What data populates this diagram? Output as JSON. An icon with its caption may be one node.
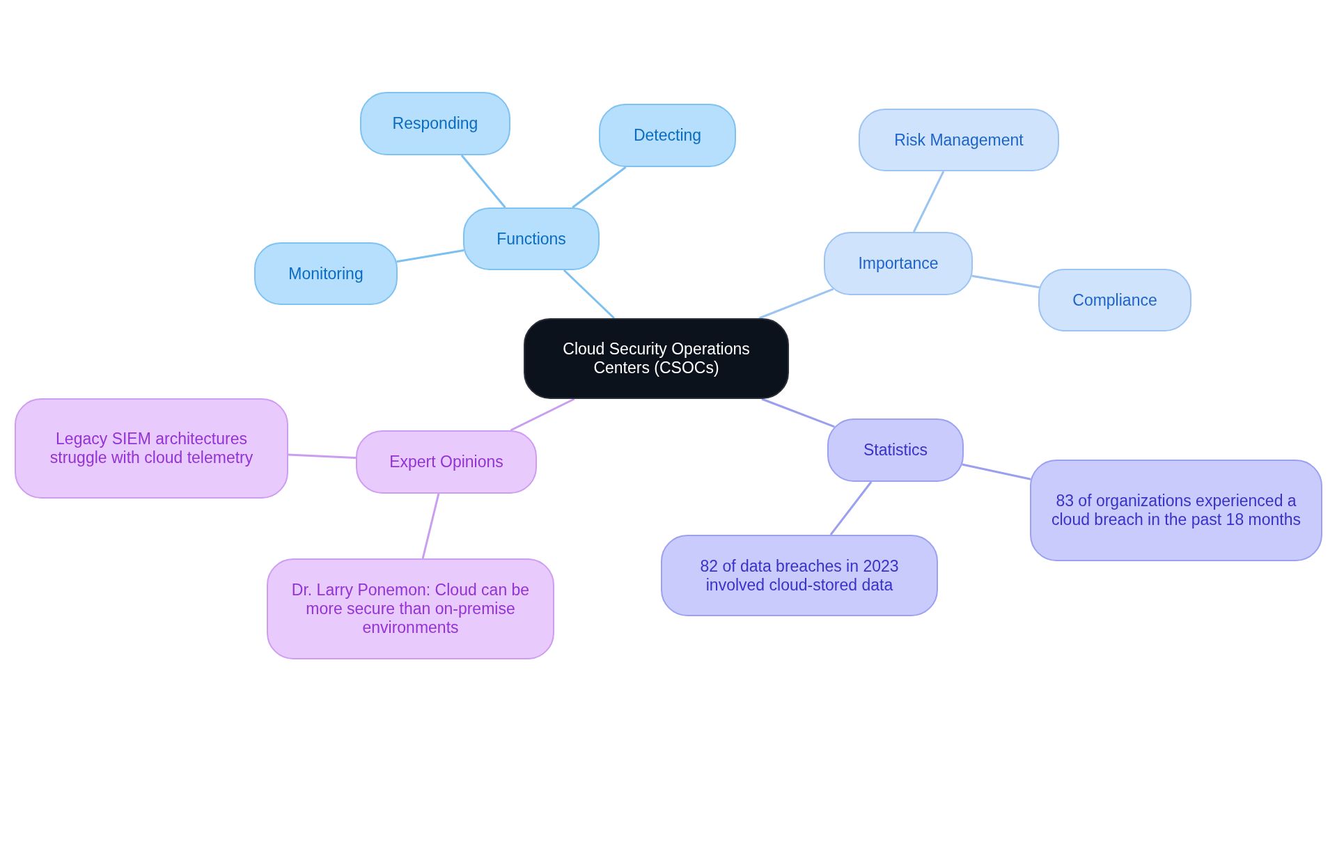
{
  "diagram": {
    "nodes": [
      {
        "text": [
          "Cloud Security Operations Centers (CSOCs)"
        ]
      },
      {
        "text": [
          "Functions"
        ]
      },
      {
        "text": [
          "Responding"
        ]
      },
      {
        "text": [
          "Detecting"
        ]
      },
      {
        "text": [
          "Monitoring"
        ]
      },
      {
        "text": [
          "Importance"
        ]
      },
      {
        "text": [
          "Risk Management"
        ]
      },
      {
        "text": [
          "Compliance"
        ]
      },
      {
        "text": [
          "Statistics"
        ]
      },
      {
        "text": [
          "83 of organizations experienced a cloud breach in the past 18 months"
        ]
      },
      {
        "text": [
          "82 of data breaches in 2023 involved cloud-stored data"
        ]
      },
      {
        "text": [
          "Expert Opinions"
        ]
      },
      {
        "text": [
          "Legacy SIEM architectures struggle with cloud telemetry"
        ]
      },
      {
        "text": [
          "Dr. Larry Ponemon: Cloud can be more secure than on-premise environments"
        ]
      }
    ],
    "edges": [
      {
        "from": 0,
        "to": 1,
        "arrow": "none",
        "color": "#7cc0f0"
      },
      {
        "from": 1,
        "to": 2,
        "arrow": "none",
        "color": "#7cc0f0"
      },
      {
        "from": 1,
        "to": 3,
        "arrow": "none",
        "color": "#7cc0f0"
      },
      {
        "from": 1,
        "to": 4,
        "arrow": "none",
        "color": "#7cc0f0"
      },
      {
        "from": 0,
        "to": 5,
        "arrow": "none",
        "color": "#9cc4f2"
      },
      {
        "from": 5,
        "to": 6,
        "arrow": "none",
        "color": "#9cc4f2"
      },
      {
        "from": 5,
        "to": 7,
        "arrow": "none",
        "color": "#9cc4f2"
      },
      {
        "from": 0,
        "to": 8,
        "arrow": "none",
        "color": "#9a9ff0"
      },
      {
        "from": 8,
        "to": 9,
        "arrow": "none",
        "color": "#9a9ff0"
      },
      {
        "from": 8,
        "to": 10,
        "arrow": "none",
        "color": "#9a9ff0"
      },
      {
        "from": 0,
        "to": 11,
        "arrow": "none",
        "color": "#c99ef0"
      },
      {
        "from": 11,
        "to": 12,
        "arrow": "none",
        "color": "#c99ef0"
      },
      {
        "from": 11,
        "to": 13,
        "arrow": "none",
        "color": "#c99ef0"
      }
    ]
  }
}
